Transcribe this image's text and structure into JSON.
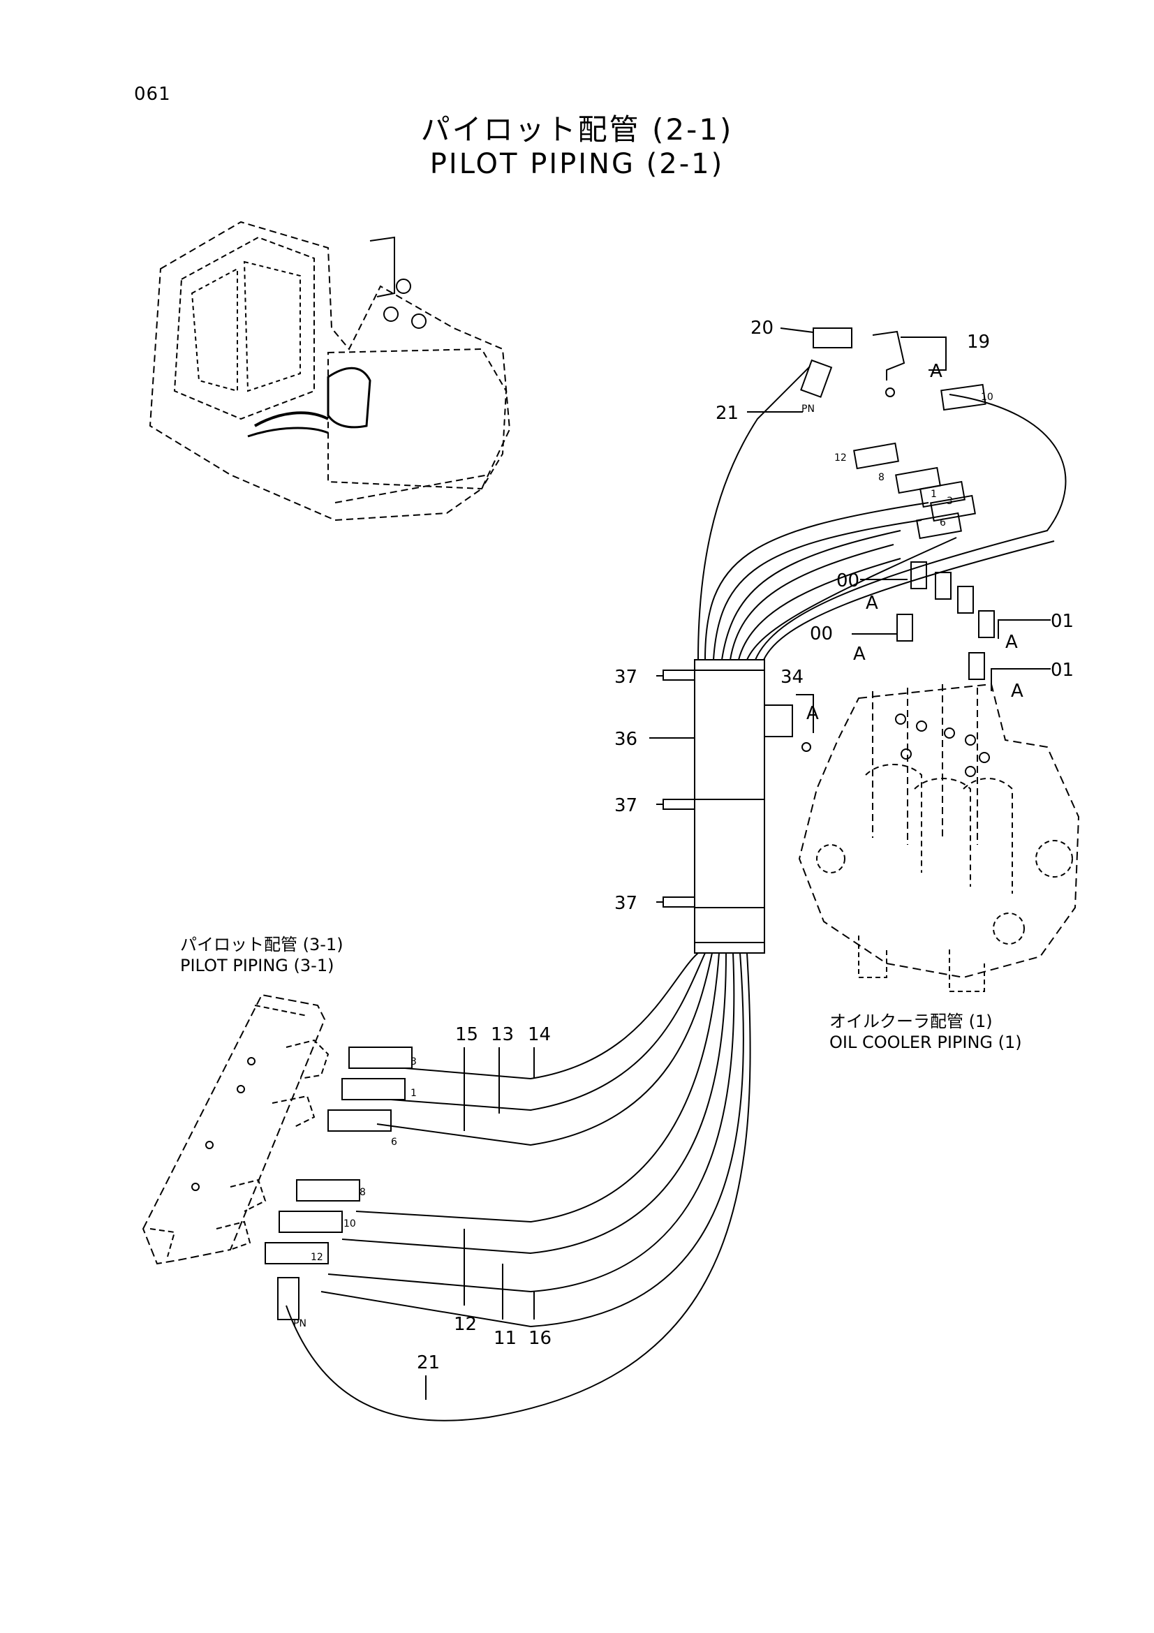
{
  "page_number": "061",
  "title_jp": "パイロット配管 (2-1)",
  "title_en": "PILOT PIPING (2-1)",
  "ref_left": {
    "jp": "パイロット配管 (3-1)",
    "en": "PILOT PIPING (3-1)"
  },
  "ref_right": {
    "jp": "オイルクーラ配管 (1)",
    "en": "OIL COOLER PIPING (1)"
  },
  "callouts": {
    "c20": "20",
    "c19": "19",
    "c21_top": "21",
    "c37_a": "37",
    "c36": "36",
    "c37_b": "37",
    "c37_c": "37",
    "c34": "34",
    "c00_a": "00",
    "c00_b": "00",
    "c01_a": "01",
    "c01_b": "01",
    "c15": "15",
    "c13": "13",
    "c14": "14",
    "c12": "12",
    "c11": "11",
    "c16": "16",
    "c21_bot": "21",
    "a1": "A",
    "a2": "A",
    "a3": "A",
    "a4": "A",
    "a5": "A",
    "a6": "A"
  },
  "hose_labels": {
    "pn_top": "PN",
    "h10_top": "10",
    "h12_top": "12",
    "h8_top": "8",
    "h1_top": "1",
    "h3_top": "3",
    "h6_top": "6",
    "h3_bot": "3",
    "h1_bot": "1",
    "h6_bot": "6",
    "h8_bot": "8",
    "h10_bot": "10",
    "h12_bot": "12",
    "pn_bot": "PN"
  },
  "icons": [
    "excavator-illustration",
    "control-valve-illustration",
    "pilot-manifold-illustration"
  ]
}
